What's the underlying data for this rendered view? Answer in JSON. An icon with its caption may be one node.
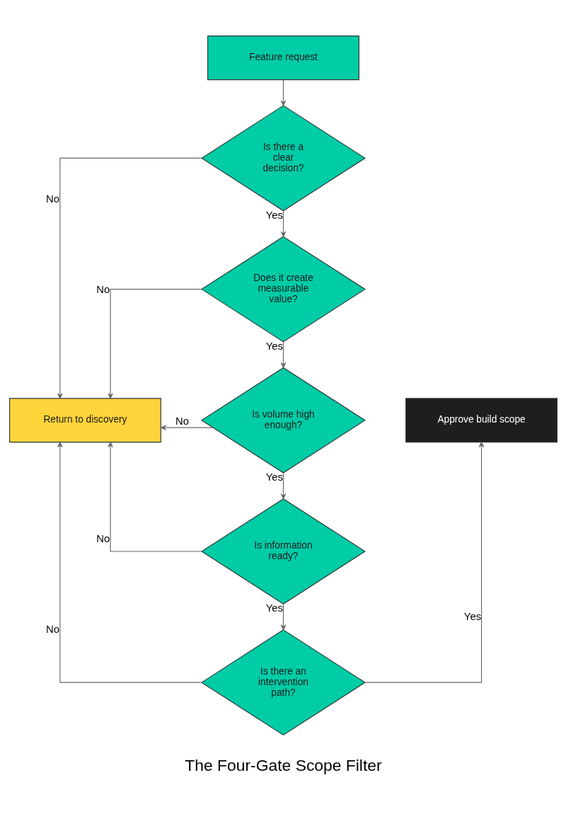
{
  "diagram": {
    "caption": "The Four-Gate Scope Filter",
    "nodes": [
      {
        "text": [
          "Feature request"
        ]
      },
      {
        "text": [
          "Is there a clear decision?"
        ]
      },
      {
        "text": [
          "Does it create measurable value?"
        ]
      },
      {
        "text": [
          "Return to discovery"
        ]
      },
      {
        "text": [
          "Approve build scope"
        ]
      },
      {
        "text": [
          "Is volume high enough?"
        ]
      },
      {
        "text": [
          "Is information ready?"
        ]
      },
      {
        "text": [
          "Is there an intervention path?"
        ]
      }
    ],
    "edges": [
      {
        "from": 0,
        "to": 1,
        "arrow": "to"
      },
      {
        "from": 1,
        "to": 2,
        "arrow": "to",
        "label": "Yes"
      },
      {
        "from": 1,
        "to": 3,
        "arrow": "to",
        "label": "No"
      },
      {
        "from": 2,
        "to": 5,
        "arrow": "to",
        "label": "Yes"
      },
      {
        "from": 2,
        "to": 3,
        "arrow": "to",
        "label": "No"
      },
      {
        "from": 5,
        "to": 6,
        "arrow": "to",
        "label": "Yes"
      },
      {
        "from": 5,
        "to": 3,
        "arrow": "to",
        "label": "No"
      },
      {
        "from": 6,
        "to": 7,
        "arrow": "to",
        "label": "Yes"
      },
      {
        "from": 6,
        "to": 3,
        "arrow": "to",
        "label": "No"
      },
      {
        "from": 7,
        "to": 4,
        "arrow": "to",
        "label": "Yes"
      },
      {
        "from": 7,
        "to": 3,
        "arrow": "to",
        "label": "No"
      }
    ]
  }
}
